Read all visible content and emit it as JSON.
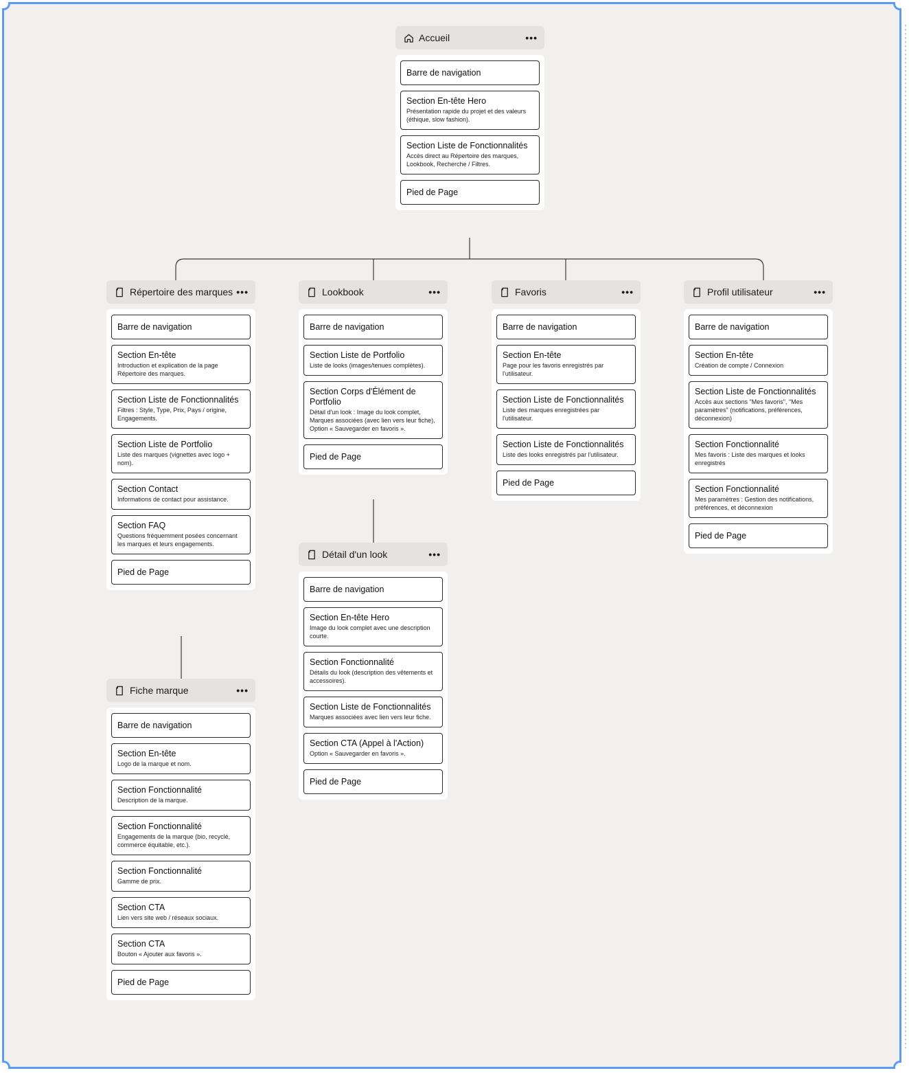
{
  "nodes": {
    "accueil": {
      "title": "Accueil",
      "icon": "home-icon",
      "cards": [
        {
          "title": "Barre de navigation",
          "desc": ""
        },
        {
          "title": "Section En-tête Hero",
          "desc": "Présentation rapide du projet et des valeurs (éthique, slow fashion)."
        },
        {
          "title": "Section Liste de Fonctionnalités",
          "desc": "Accès direct au Répertoire des marques, Lookbook, Recherche / Filtres."
        },
        {
          "title": "Pied de Page",
          "desc": ""
        }
      ]
    },
    "repertoire": {
      "title": "Répertoire des marques",
      "icon": "page-icon",
      "cards": [
        {
          "title": "Barre de navigation",
          "desc": ""
        },
        {
          "title": "Section En-tête",
          "desc": "Introduction et explication de la page Répertoire des marques."
        },
        {
          "title": "Section Liste de Fonctionnalités",
          "desc": "Filtres : Style, Type, Prix, Pays / origine, Engagements."
        },
        {
          "title": "Section Liste de Portfolio",
          "desc": "Liste des marques (vignettes avec logo + nom)."
        },
        {
          "title": "Section Contact",
          "desc": "Informations de contact pour assistance."
        },
        {
          "title": "Section FAQ",
          "desc": "Questions fréquemment posées concernant les marques et leurs engagements."
        },
        {
          "title": "Pied de Page",
          "desc": ""
        }
      ]
    },
    "lookbook": {
      "title": "Lookbook",
      "icon": "page-icon",
      "cards": [
        {
          "title": "Barre de navigation",
          "desc": ""
        },
        {
          "title": "Section Liste de Portfolio",
          "desc": "Liste de looks (images/tenues complètes)."
        },
        {
          "title": "Section Corps d'Élément de Portfolio",
          "desc": "Détail d'un look : Image du look complet, Marques associées (avec lien vers leur fiche), Option « Sauvegarder en favoris »."
        },
        {
          "title": "Pied de Page",
          "desc": ""
        }
      ]
    },
    "favoris": {
      "title": "Favoris",
      "icon": "page-icon",
      "cards": [
        {
          "title": "Barre de navigation",
          "desc": ""
        },
        {
          "title": "Section En-tête",
          "desc": "Page pour les favoris enregistrés par l'utilisateur."
        },
        {
          "title": "Section Liste de Fonctionnalités",
          "desc": "Liste des marques enregistrées par l'utilisateur."
        },
        {
          "title": "Section Liste de Fonctionnalités",
          "desc": "Liste des looks enregistrés par l'utilisateur."
        },
        {
          "title": "Pied de Page",
          "desc": ""
        }
      ]
    },
    "profil": {
      "title": "Profil utilisateur",
      "icon": "page-icon",
      "cards": [
        {
          "title": "Barre de navigation",
          "desc": ""
        },
        {
          "title": "Section En-tête",
          "desc": "Création de compte / Connexion"
        },
        {
          "title": "Section Liste de Fonctionnalités",
          "desc": "Accès aux sections \"Mes favoris\", \"Mes paramètres\" (notifications, préférences, déconnexion)"
        },
        {
          "title": "Section Fonctionnalité",
          "desc": "Mes favoris : Liste des marques et looks enregistrés"
        },
        {
          "title": "Section Fonctionnalité",
          "desc": "Mes paramètres : Gestion des notifications, préférences, et déconnexion"
        },
        {
          "title": "Pied de Page",
          "desc": ""
        }
      ]
    },
    "detail_look": {
      "title": "Détail d'un look",
      "icon": "page-icon",
      "cards": [
        {
          "title": "Barre de navigation",
          "desc": ""
        },
        {
          "title": "Section En-tête Hero",
          "desc": "Image du look complet avec une description courte."
        },
        {
          "title": "Section Fonctionnalité",
          "desc": "Détails du look (description des vêtements et accessoires)."
        },
        {
          "title": "Section Liste de Fonctionnalités",
          "desc": "Marques associées avec lien vers leur fiche."
        },
        {
          "title": "Section CTA (Appel à l'Action)",
          "desc": "Option « Sauvegarder en favoris »."
        },
        {
          "title": "Pied de Page",
          "desc": ""
        }
      ]
    },
    "fiche_marque": {
      "title": "Fiche marque",
      "icon": "page-icon",
      "cards": [
        {
          "title": "Barre de navigation",
          "desc": ""
        },
        {
          "title": "Section En-tête",
          "desc": "Logo de la marque et nom."
        },
        {
          "title": "Section Fonctionnalité",
          "desc": "Description de la marque."
        },
        {
          "title": "Section Fonctionnalité",
          "desc": "Engagements de la marque (bio, recyclé, commerce équitable, etc.)."
        },
        {
          "title": "Section Fonctionnalité",
          "desc": "Gamme de prix."
        },
        {
          "title": "Section CTA",
          "desc": "Lien vers site web / réseaux sociaux."
        },
        {
          "title": "Section CTA",
          "desc": "Bouton « Ajouter aux favoris »."
        },
        {
          "title": "Pied de Page",
          "desc": ""
        }
      ]
    }
  },
  "more_symbol": "•••"
}
